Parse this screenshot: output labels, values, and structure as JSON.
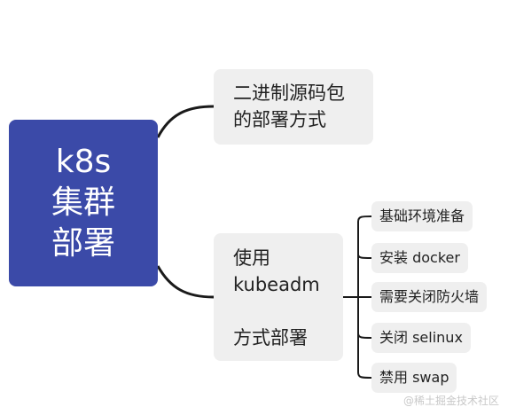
{
  "root": {
    "label": "k8s\n集群\n部署"
  },
  "branches": [
    {
      "label": "二进制源码包\n的部署方式"
    },
    {
      "label": "使用\nkubeadm\n\n方式部署"
    }
  ],
  "leaves": [
    {
      "label": "基础环境准备"
    },
    {
      "label": "安装 docker"
    },
    {
      "label": "需要关闭防火墙"
    },
    {
      "label": "关闭 selinux"
    },
    {
      "label": "禁用 swap"
    }
  ],
  "watermark": "@稀土掘金技术社区",
  "colors": {
    "root_fill": "#3b4aa8",
    "node_fill": "#efefef",
    "line": "#1a1a1a"
  }
}
